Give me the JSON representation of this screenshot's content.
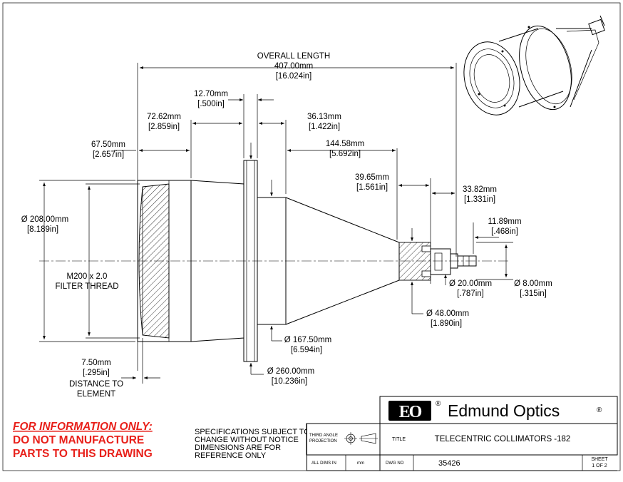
{
  "dimensions": {
    "overall_length": {
      "label": "OVERALL LENGTH",
      "mm": "407.00mm",
      "in": "[16.024in]"
    },
    "d_12_70": {
      "mm": "12.70mm",
      "in": "[.500in]"
    },
    "d_72_62": {
      "mm": "72.62mm",
      "in": "[2.859in]"
    },
    "d_36_13": {
      "mm": "36.13mm",
      "in": "[1.422in]"
    },
    "d_67_50": {
      "mm": "67.50mm",
      "in": "[2.657in]"
    },
    "d_144_58": {
      "mm": "144.58mm",
      "in": "[5.692in]"
    },
    "d_39_65": {
      "mm": "39.65mm",
      "in": "[1.561in]"
    },
    "d_33_82": {
      "mm": "33.82mm",
      "in": "[1.331in]"
    },
    "d_11_89": {
      "mm": "11.89mm",
      "in": "[.468in]"
    },
    "dia_208": {
      "mm": "Ø 208.00mm",
      "in": "[8.189in]"
    },
    "dia_20": {
      "mm": "Ø 20.00mm",
      "in": "[.787in]"
    },
    "dia_8": {
      "mm": "Ø 8.00mm",
      "in": "[.315in]"
    },
    "dia_48": {
      "mm": "Ø 48.00mm",
      "in": "[1.890in]"
    },
    "dia_167_5": {
      "mm": "Ø 167.50mm",
      "in": "[6.594in]"
    },
    "dia_260": {
      "mm": "Ø 260.00mm",
      "in": "[10.236in]"
    },
    "filter_thread": {
      "line1": "M200 x 2.0",
      "line2": "FILTER THREAD"
    },
    "distance_to_element": {
      "mm": "7.50mm",
      "in": "[.295in]",
      "line1": "DISTANCE TO",
      "line2": "ELEMENT"
    }
  },
  "warning": {
    "line1": "FOR INFORMATION ONLY:",
    "line2": "DO NOT MANUFACTURE",
    "line3": "PARTS TO THIS DRAWING"
  },
  "notice": {
    "line1": "SPECIFICATIONS SUBJECT TO",
    "line2": "CHANGE WITHOUT NOTICE",
    "line3": "DIMENSIONS ARE FOR",
    "line4": "REFERENCE ONLY"
  },
  "title_block": {
    "logo_text": "EO",
    "registered": "®",
    "company": "Edmund Optics",
    "company_reg": "®",
    "projection_line1": "THIRD ANGLE",
    "projection_line2": "PROJECTION",
    "title_label": "TITLE",
    "title": "TELECENTRIC COLLIMATORS -182",
    "dims_label": "ALL DIMS IN",
    "dims_unit": "mm",
    "dwg_label": "DWG NO",
    "dwg_no": "35426",
    "sheet_label": "SHEET",
    "sheet_value": "1 OF 2"
  },
  "colors": {
    "warning_red": "#e8201a",
    "logo_black": "#000000"
  }
}
